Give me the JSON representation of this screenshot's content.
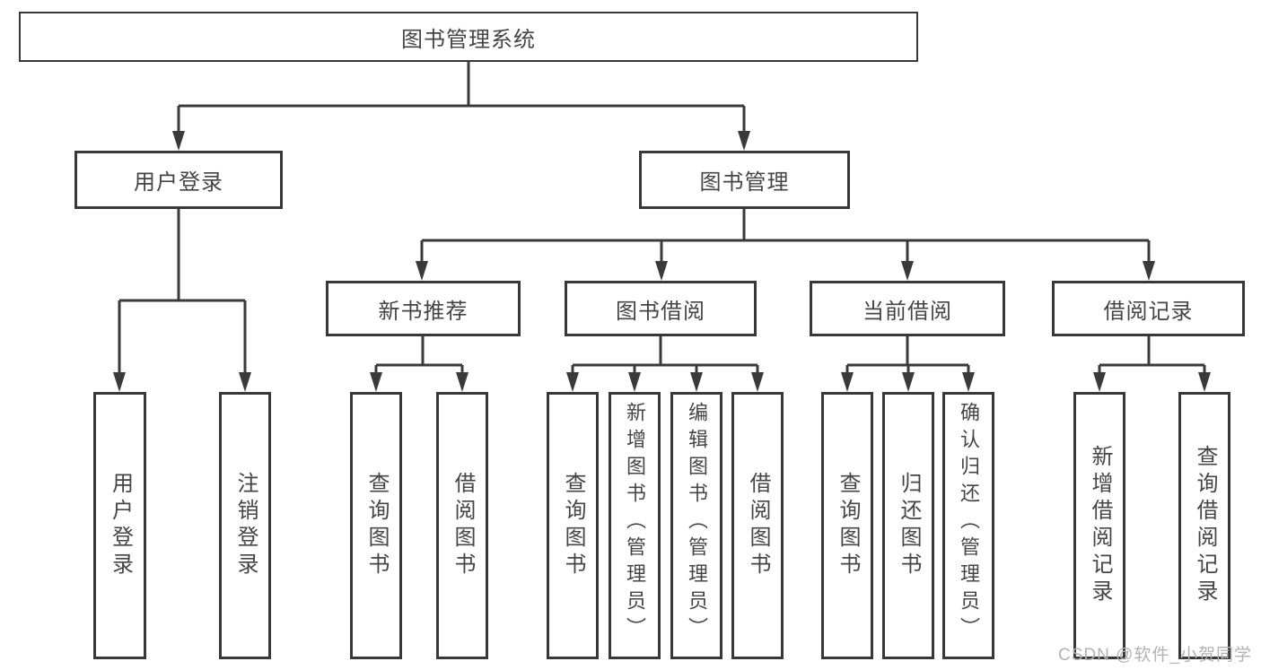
{
  "diagram": {
    "type": "hierarchy-tree",
    "title": "图书管理系统",
    "colors": {
      "line": "#3a3a3a",
      "border": "#383838",
      "text": "#454545",
      "watermark": "#b2b2b2",
      "background": "#ffffff"
    },
    "nodes": {
      "root": {
        "label": "图书管理系统"
      },
      "user_login": {
        "label": "用户登录"
      },
      "book_mgmt": {
        "label": "图书管理"
      },
      "new_book_rec": {
        "label": "新书推荐"
      },
      "book_borrow": {
        "label": "图书借阅"
      },
      "current_borrow": {
        "label": "当前借阅"
      },
      "borrow_records": {
        "label": "借阅记录"
      },
      "leaf_user_login": {
        "label": "用户登录"
      },
      "leaf_logout": {
        "label": "注销登录"
      },
      "leaf_rec_query": {
        "label": "查询图书"
      },
      "leaf_rec_borrow": {
        "label": "借阅图书"
      },
      "leaf_bb_query": {
        "label": "查询图书"
      },
      "leaf_bb_add": {
        "label": "新增图书（管理员）"
      },
      "leaf_bb_edit": {
        "label": "编辑图书（管理员）"
      },
      "leaf_bb_borrow": {
        "label": "借阅图书"
      },
      "leaf_cb_query": {
        "label": "查询图书"
      },
      "leaf_cb_return": {
        "label": "归还图书"
      },
      "leaf_cb_confirm": {
        "label": "确认归还（管理员）"
      },
      "leaf_br_add": {
        "label": "新增借阅记录"
      },
      "leaf_br_query": {
        "label": "查询借阅记录"
      }
    },
    "watermark": "CSDN @软件_小贺同学"
  }
}
